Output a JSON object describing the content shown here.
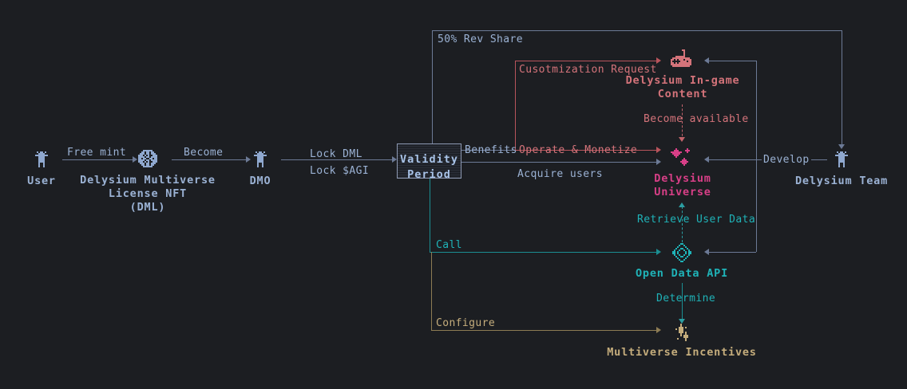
{
  "diagram": {
    "title": "Delysium Multiverse Flow",
    "background": "#1c1e22",
    "colors": {
      "blue": "#9bb2d4",
      "pink": "#d4737a",
      "magenta": "#d83f87",
      "teal": "#1fb3b8",
      "tan": "#c5ad7c"
    }
  },
  "nodes": {
    "user": {
      "label": "User",
      "icon": "person-icon",
      "color": "#9bb2d4"
    },
    "dml": {
      "label": "Delysium Multiverse\nLicense NFT\n(DML)",
      "line1": "Delysium Multiverse",
      "line2": "License NFT",
      "line3": "(DML)",
      "icon": "sphere-icon",
      "color": "#9bb2d4"
    },
    "dmo": {
      "label": "DMO",
      "icon": "person-icon",
      "color": "#9bb2d4"
    },
    "validity": {
      "line1": "Validity",
      "line2": "Period",
      "color": "#a8c3e8"
    },
    "ingame": {
      "line1": "Delysium In-game",
      "line2": "Content",
      "icon": "game-controller-icon",
      "color": "#d4737a"
    },
    "universe": {
      "line1": "Delysium",
      "line2": "Universe",
      "icon": "sparkle-icon",
      "color": "#d83f87"
    },
    "api": {
      "label": "Open Data API",
      "icon": "diamond-icon",
      "color": "#1fb3b8"
    },
    "incentives": {
      "label": "Multiverse Incentives",
      "icon": "spark-coin-icon",
      "color": "#c5ad7c"
    },
    "team": {
      "label": "Delysium Team",
      "icon": "person-icon",
      "color": "#9bb2d4"
    }
  },
  "edges": {
    "free_mint": {
      "label": "Free mint",
      "color": "#9bb2d4"
    },
    "become": {
      "label": "Become",
      "color": "#9bb2d4"
    },
    "lock_dml": {
      "label": "Lock DML",
      "color": "#9bb2d4"
    },
    "lock_agi": {
      "label": "Lock $AGI",
      "color": "#9bb2d4"
    },
    "benefits": {
      "label": "Benefits",
      "color": "#9bb2d4"
    },
    "rev_share": {
      "label": "50% Rev Share",
      "color": "#9bb2d4"
    },
    "customization": {
      "label": "Cusotmization Request",
      "color": "#d4737a"
    },
    "operate": {
      "label": "Operate & Monetize",
      "color": "#d4737a"
    },
    "become_available": {
      "label": "Become available",
      "color": "#d4737a"
    },
    "acquire_users": {
      "label": "Acquire users",
      "color": "#9bb2d4"
    },
    "retrieve_user_data": {
      "label": "Retrieve User Data",
      "color": "#1fb3b8"
    },
    "call": {
      "label": "Call",
      "color": "#1fb3b8"
    },
    "determine": {
      "label": "Determine",
      "color": "#1fb3b8"
    },
    "configure": {
      "label": "Configure",
      "color": "#c5ad7c"
    },
    "develop": {
      "label": "Develop",
      "color": "#9bb2d4"
    }
  }
}
